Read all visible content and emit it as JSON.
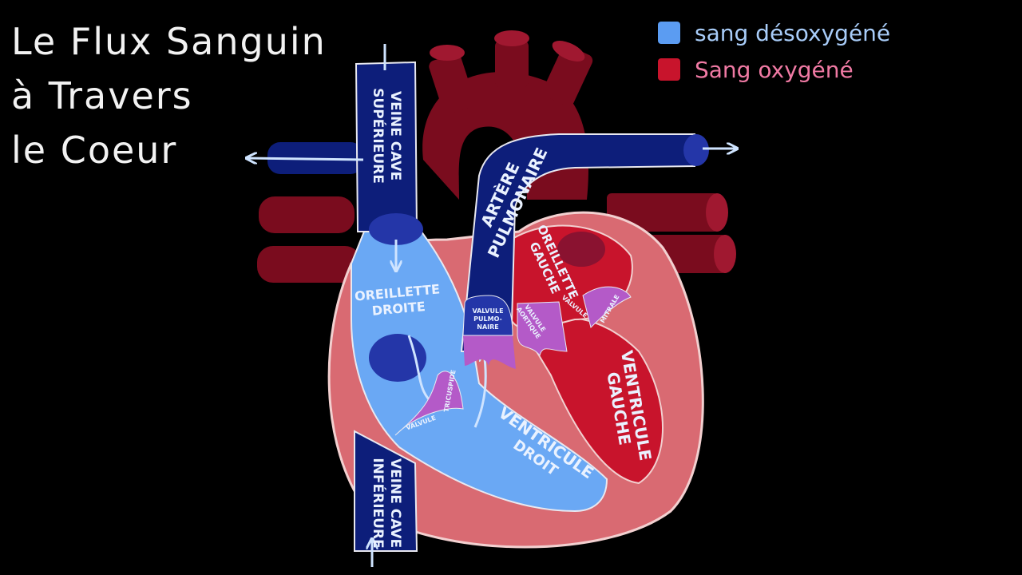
{
  "title": {
    "line1": "Le Flux Sanguin",
    "line2": "à Travers",
    "line3": "le Coeur"
  },
  "legend": {
    "deoxygenated": {
      "label": "sang désoxygéné",
      "color": "#5b9cf2"
    },
    "oxygenated": {
      "label": "Sang oxygéné",
      "color": "#c8142c",
      "text_color": "#f07aa4"
    }
  },
  "labels": {
    "svc_line1": "VEINE CAVE",
    "svc_line2": "SUPÉRIEURE",
    "ivc_line1": "VEINE CAVE",
    "ivc_line2": "INFÉRIEURE",
    "pa_line1": "ARTÈRE",
    "pa_line2": "PULMONAIRE",
    "ra_line1": "OREILLETTE",
    "ra_line2": "DROITE",
    "rv_line1": "VENTRICULE",
    "rv_line2": "DROIT",
    "la_line1": "OREILLETTE",
    "la_line2": "GAUCHE",
    "lv_line1": "VENTRICULE",
    "lv_line2": "GAUCHE",
    "tricuspid_1": "VALVULE",
    "tricuspid_2": "TRICUSPIDE",
    "pulmonary_valve_1": "VALVULE",
    "pulmonary_valve_2": "PULMO-",
    "pulmonary_valve_3": "NAIRE",
    "aortic_valve_1": "VALVULE",
    "aortic_valve_2": "AORTIQUE",
    "mitral_valve_1": "VALVULE",
    "mitral_valve_2": "MITRALE"
  },
  "colors": {
    "background": "#000000",
    "deoxy_vessel": "#0d1e7a",
    "deoxy_chamber": "#6aa8f4",
    "oxy_vessel": "#7a0c1e",
    "oxy_chamber": "#c8142c",
    "myocardium": "#d96a72",
    "valve": "#b45ac8",
    "outline": "#e8e8f0"
  }
}
